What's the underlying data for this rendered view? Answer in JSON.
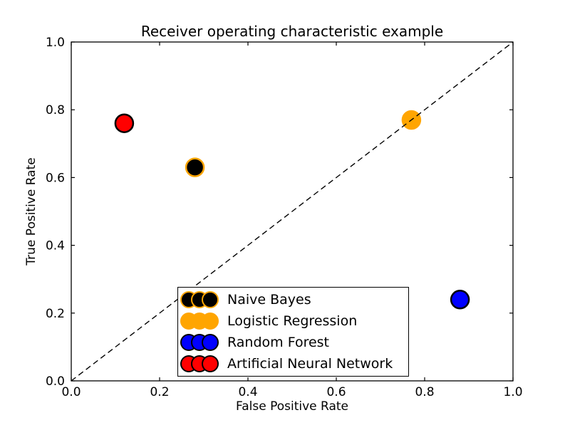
{
  "chart_data": {
    "type": "scatter",
    "title": "Receiver operating characteristic example",
    "xlabel": "False Positive Rate",
    "ylabel": "True Positive Rate",
    "xlim": [
      0.0,
      1.0
    ],
    "ylim": [
      0.0,
      1.0
    ],
    "xtick_labels": [
      "0.0",
      "0.2",
      "0.4",
      "0.6",
      "0.8",
      "1.0"
    ],
    "ytick_labels": [
      "0.0",
      "0.2",
      "0.4",
      "0.6",
      "0.8",
      "1.0"
    ],
    "grid": false,
    "background": "#FFFFFF",
    "axis_color": "#000000",
    "legend": {
      "position": "lower-center-inside",
      "border_color": "#000000",
      "background": "#FFFFFF",
      "marker_style": "three-overlapping-circles"
    },
    "series": [
      {
        "name": "Naive Bayes",
        "points": [
          [
            0.28,
            0.63
          ]
        ],
        "color": "#000000",
        "edge_color": "#FFA500"
      },
      {
        "name": "Logistic Regression",
        "points": [
          [
            0.77,
            0.77
          ]
        ],
        "color": "#FFA500",
        "edge_color": "#FFA500"
      },
      {
        "name": "Random Forest",
        "points": [
          [
            0.88,
            0.24
          ]
        ],
        "color": "#0000FF",
        "edge_color": "#000000"
      },
      {
        "name": "Artificial Neural Network",
        "points": [
          [
            0.12,
            0.76
          ]
        ],
        "color": "#FF0000",
        "edge_color": "#000000"
      }
    ],
    "reference_line": {
      "from": [
        0.0,
        0.0
      ],
      "to": [
        1.0,
        1.0
      ],
      "style": "dashed",
      "color": "#000000"
    }
  }
}
